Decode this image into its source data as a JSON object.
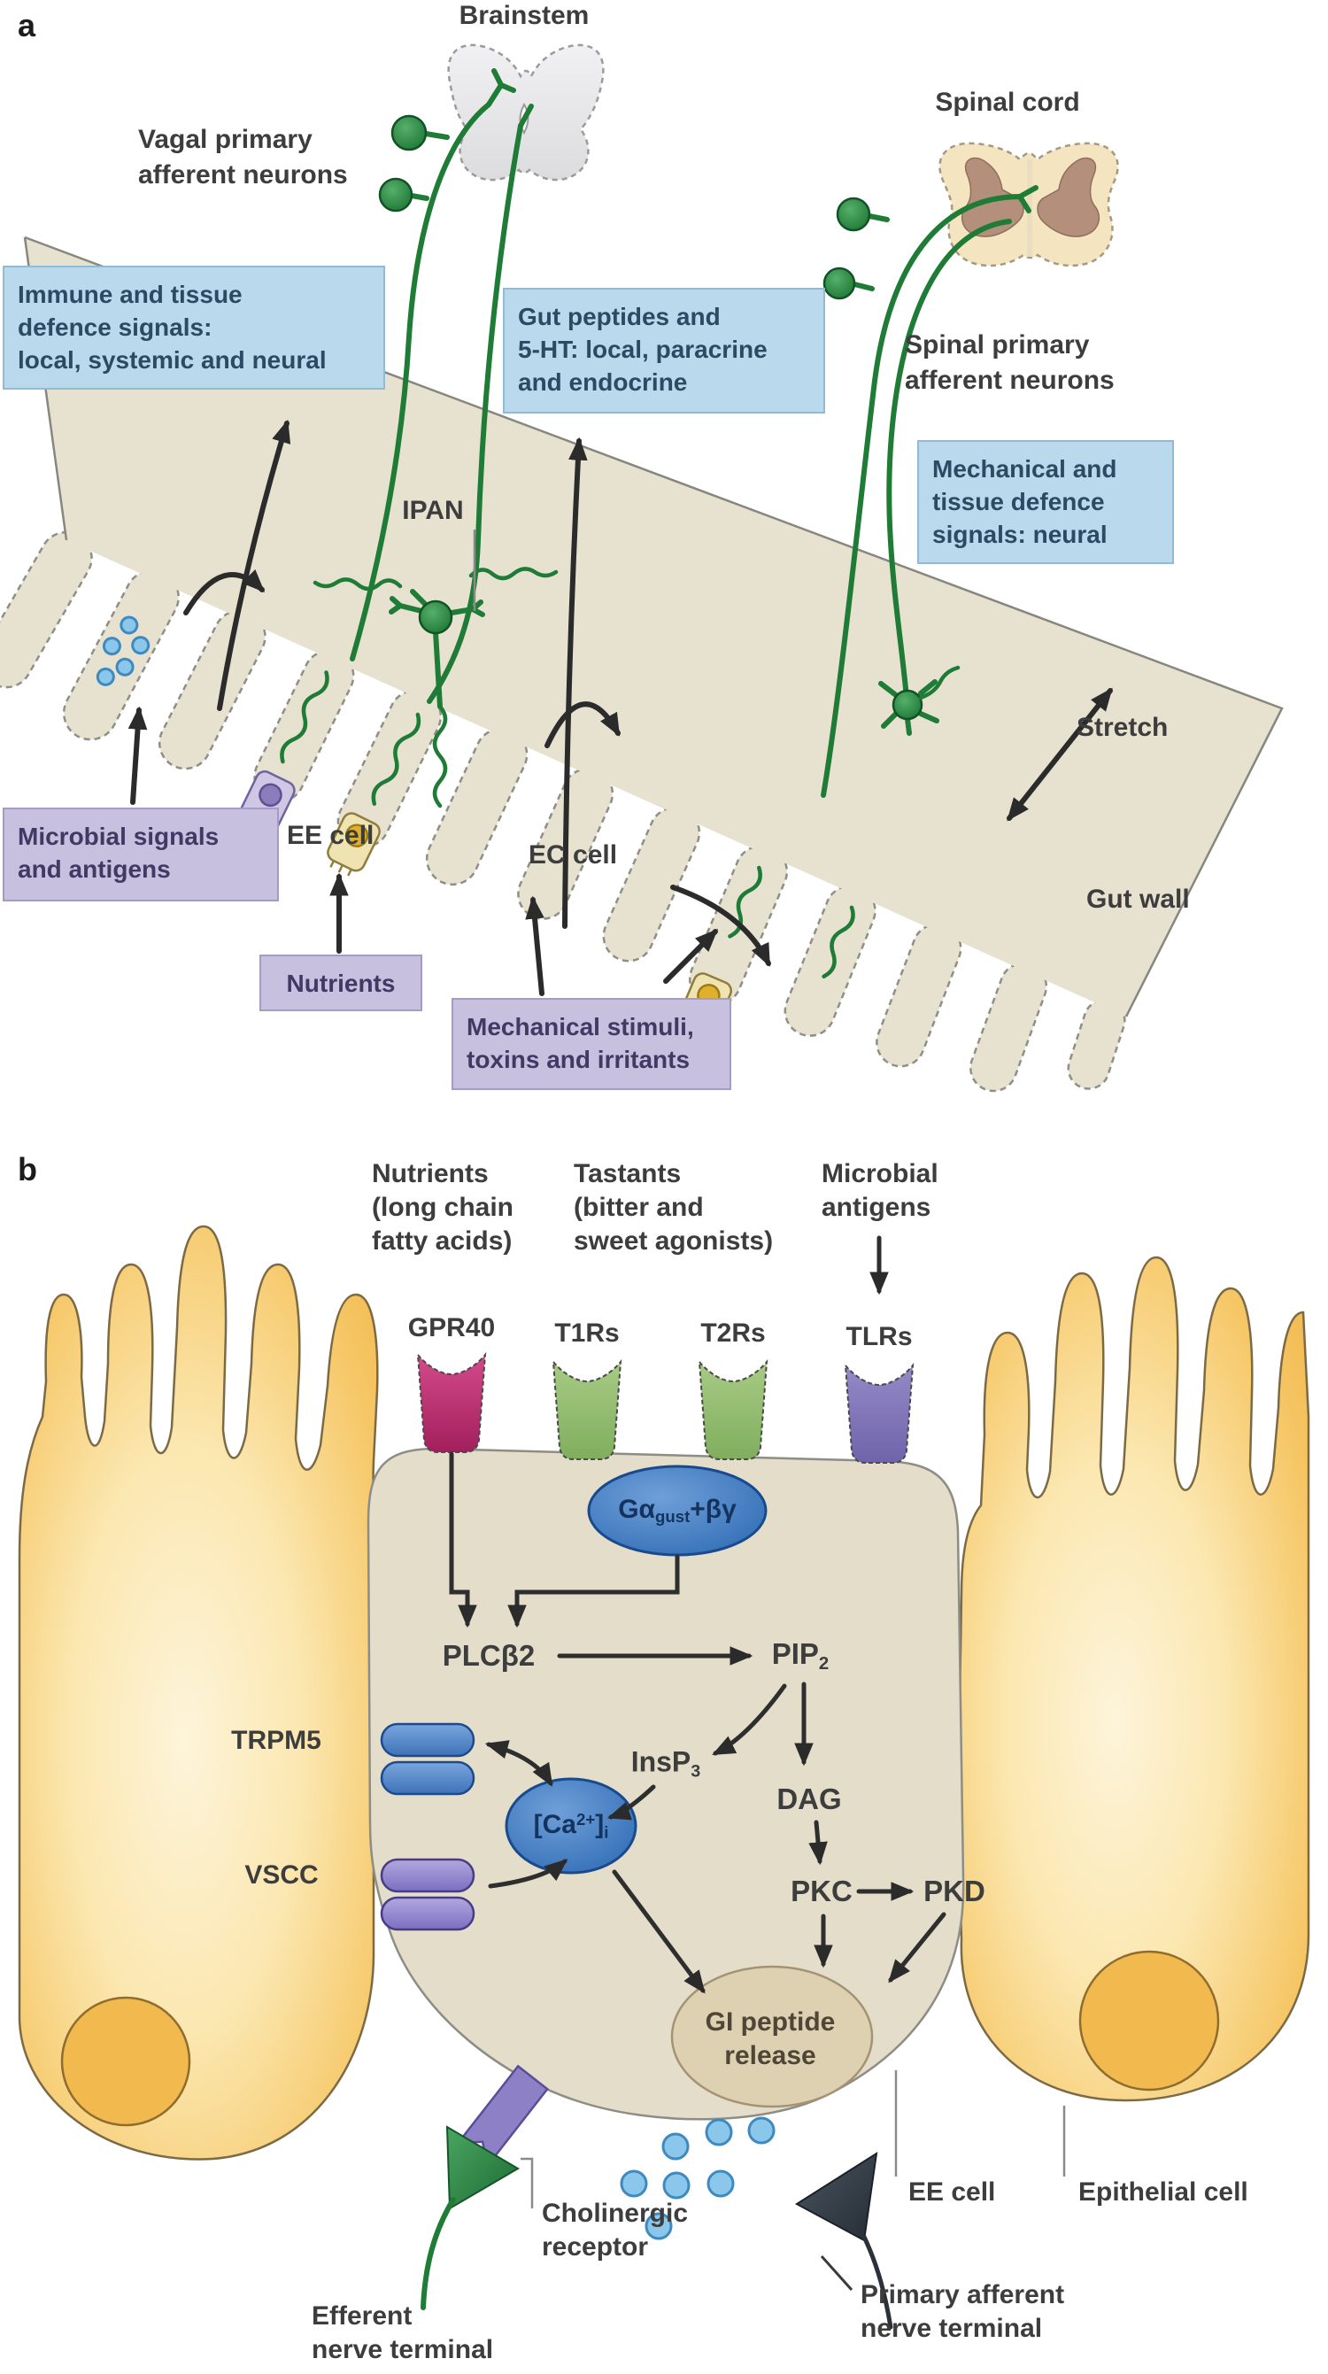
{
  "colors": {
    "background": "#ffffff",
    "gut_wall_tan": "#e7e1d0",
    "nerve_green": "#1f7c36",
    "info_box_blue": "#bad9ec",
    "stimulus_box_purple": "#c7c0de",
    "arrow_black": "#2b2b2b",
    "epithelial_orange": "#f6c767",
    "ee_cell_tan": "#e3ddca",
    "signal_ellipse_blue": "#2f6cb4",
    "gpr40_magenta": "#c23a77",
    "taste_receptor_green": "#8fbb6b",
    "tlr_purple": "#7f74b8",
    "vesicle_blue": "#8ac7ea",
    "gi_ellipse_tan": "#ded1b2"
  },
  "panel_a": {
    "tag": "a",
    "brainstem": "Brainstem",
    "spinal_cord": "Spinal cord",
    "vagal_neurons": [
      "Vagal primary",
      "afferent neurons"
    ],
    "spinal_neurons": [
      "Spinal primary",
      "afferent neurons"
    ],
    "ipan": "IPAN",
    "immune_box": [
      "Immune and tissue",
      "defence signals:",
      "local, systemic and neural"
    ],
    "gut_peptides_box": [
      "Gut peptides and",
      "5-HT: local, paracrine",
      "and endocrine"
    ],
    "mechanical_neural_box": [
      "Mechanical and",
      "tissue defence",
      "signals: neural"
    ],
    "microbial_box": [
      "Microbial signals",
      "and antigens"
    ],
    "nutrients_box": "Nutrients",
    "mechanical_stimuli_box": [
      "Mechanical stimuli,",
      "toxins and irritants"
    ],
    "ee_cell": "EE cell",
    "ec_cell": "EC cell",
    "stretch": "Stretch",
    "gut_wall": "Gut wall"
  },
  "panel_b": {
    "tag": "b",
    "nutrients": [
      "Nutrients",
      "(long chain",
      "fatty acids)"
    ],
    "tastants": [
      "Tastants",
      "(bitter and",
      "sweet agonists)"
    ],
    "microbial": [
      "Microbial",
      "antigens"
    ],
    "receptors": {
      "gpr40": "GPR40",
      "t1rs": "T1Rs",
      "t2rs": "T2Rs",
      "tlrs": "TLRs"
    },
    "gprotein": {
      "main": "Gα",
      "sub": "gust",
      "rest": "+βγ"
    },
    "plcb2": "PLCβ2",
    "pip2": {
      "main": "PIP",
      "sub": "2"
    },
    "insp3": {
      "main": "InsP",
      "sub": "3"
    },
    "dag": "DAG",
    "pkc": "PKC",
    "pkd": "PKD",
    "calcium": {
      "pre": "[Ca",
      "sup": "2+",
      "post": "]",
      "sub": "i"
    },
    "trpm5": "TRPM5",
    "vscc": "VSCC",
    "gi_release": [
      "GI peptide",
      "release"
    ],
    "cholinergic": [
      "Cholinergic",
      "receptor"
    ],
    "ee_cell": "EE cell",
    "epithelial_cell": "Epithelial cell",
    "efferent": [
      "Efferent",
      "nerve terminal"
    ],
    "primary_afferent": [
      "Primary afferent",
      "nerve terminal"
    ]
  }
}
